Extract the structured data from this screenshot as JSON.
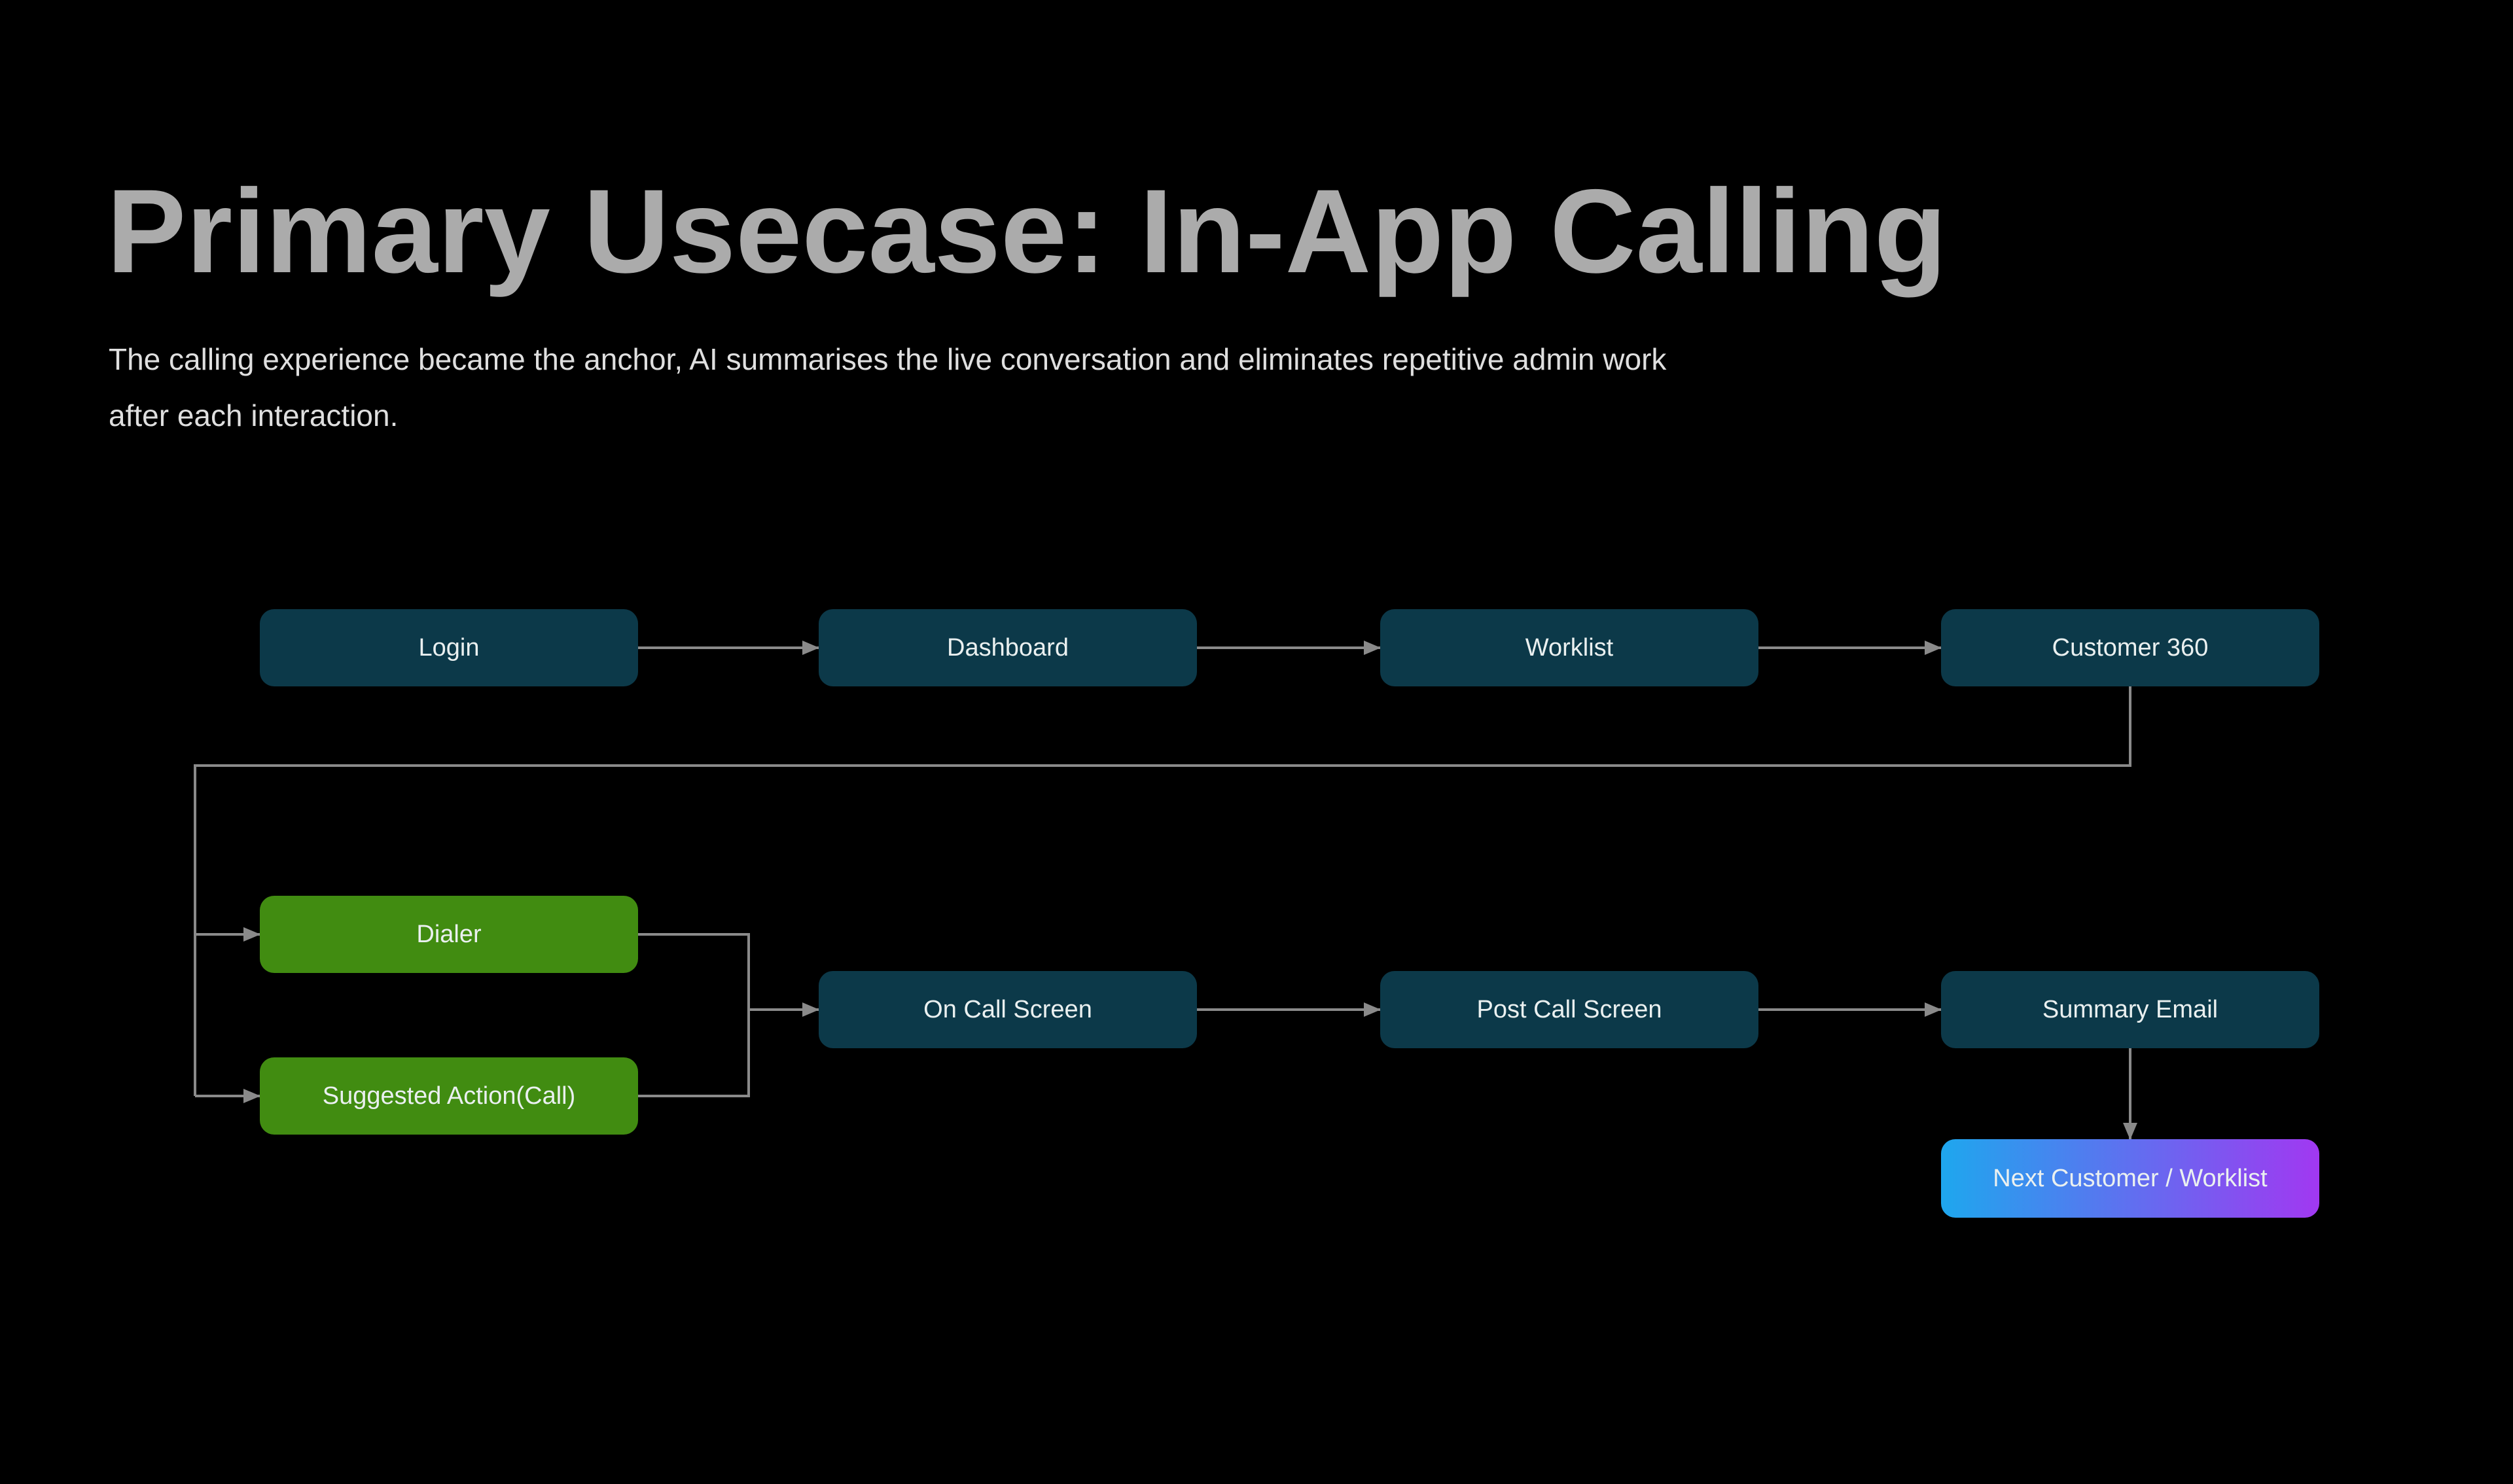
{
  "page": {
    "title": "Primary Usecase: In-App Calling",
    "subtitle_lines": [
      "The calling experience became the anchor, AI summarises the live conversation and eliminates repetitive admin work",
      "after each interaction."
    ]
  },
  "colors": {
    "background": "#000000",
    "title_text": "#ababab",
    "subtitle_text": "#dfdfdf",
    "node_fill": "#0c3949",
    "node_highlight_fill": "#418c11",
    "gradient_start": "#1ea7ee",
    "gradient_end": "#a138f1",
    "connector": "#8a8a8a",
    "node_text": "#eaf0f0"
  },
  "flow": {
    "nodes": [
      {
        "id": "login",
        "label": "Login",
        "type": "default"
      },
      {
        "id": "dashboard",
        "label": "Dashboard",
        "type": "default"
      },
      {
        "id": "worklist",
        "label": "Worklist",
        "type": "default"
      },
      {
        "id": "customer-360",
        "label": "Customer 360",
        "type": "default"
      },
      {
        "id": "dialer",
        "label": "Dialer",
        "type": "highlight"
      },
      {
        "id": "suggested-action-call",
        "label": "Suggested Action(Call)",
        "type": "highlight"
      },
      {
        "id": "on-call-screen",
        "label": "On Call Screen",
        "type": "default"
      },
      {
        "id": "post-call-screen",
        "label": "Post Call Screen",
        "type": "default"
      },
      {
        "id": "summary-email",
        "label": "Summary Email",
        "type": "default"
      },
      {
        "id": "next-customer-worklist",
        "label": "Next Customer / Worklist",
        "type": "gradient"
      }
    ],
    "edges": [
      {
        "from": "Login",
        "to": "Dashboard"
      },
      {
        "from": "Dashboard",
        "to": "Worklist"
      },
      {
        "from": "Worklist",
        "to": "Customer 360"
      },
      {
        "from": "Customer 360",
        "to": "Dialer"
      },
      {
        "from": "Customer 360",
        "to": "Suggested Action(Call)"
      },
      {
        "from": "Dialer",
        "to": "On Call Screen"
      },
      {
        "from": "Suggested Action(Call)",
        "to": "On Call Screen"
      },
      {
        "from": "On Call Screen",
        "to": "Post Call Screen"
      },
      {
        "from": "Post Call Screen",
        "to": "Summary Email"
      },
      {
        "from": "Summary Email",
        "to": "Next Customer / Worklist"
      }
    ]
  }
}
